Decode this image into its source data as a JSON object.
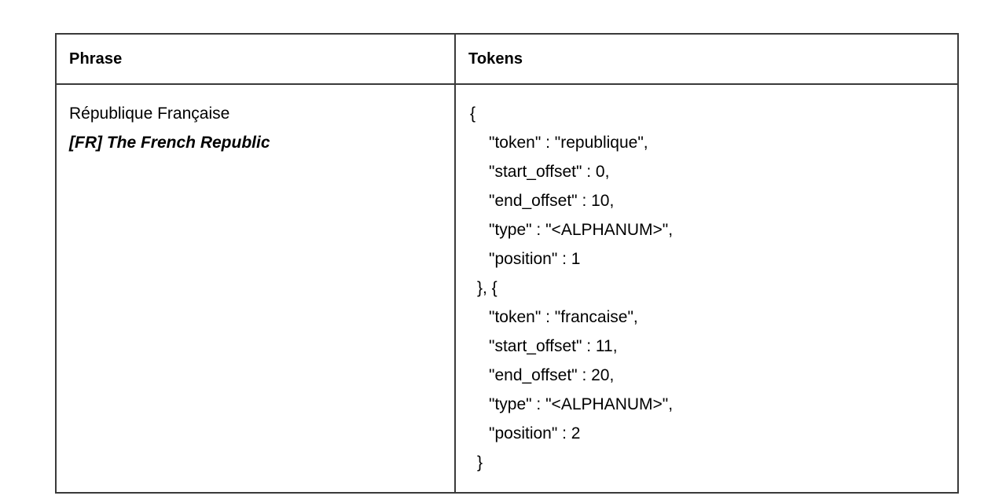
{
  "table": {
    "headers": {
      "phrase": "Phrase",
      "tokens": "Tokens"
    },
    "row": {
      "phrase": {
        "native": "République Française",
        "translation": "[FR] The French Republic"
      },
      "tokens_json_lines": [
        {
          "text": "{",
          "indent": "indent-0"
        },
        {
          "text": "\"token\" : \"republique\",",
          "indent": "indent-1"
        },
        {
          "text": "\"start_offset\" : 0,",
          "indent": "indent-1"
        },
        {
          "text": "\"end_offset\" : 10,",
          "indent": "indent-1"
        },
        {
          "text": "\"type\" : \"<ALPHANUM>\",",
          "indent": "indent-1"
        },
        {
          "text": "\"position\" : 1",
          "indent": "indent-1"
        },
        {
          "text": "}, {",
          "indent": "indent-half"
        },
        {
          "text": "\"token\" : \"francaise\",",
          "indent": "indent-1"
        },
        {
          "text": "\"start_offset\" : 11,",
          "indent": "indent-1"
        },
        {
          "text": "\"end_offset\" : 20,",
          "indent": "indent-1"
        },
        {
          "text": "\"type\" : \"<ALPHANUM>\",",
          "indent": "indent-1"
        },
        {
          "text": "\"position\" : 2",
          "indent": "indent-1"
        },
        {
          "text": "}",
          "indent": "indent-half"
        }
      ]
    }
  },
  "colors": {
    "background": "#ffffff",
    "border": "#3a3a3a",
    "text": "#000000"
  }
}
